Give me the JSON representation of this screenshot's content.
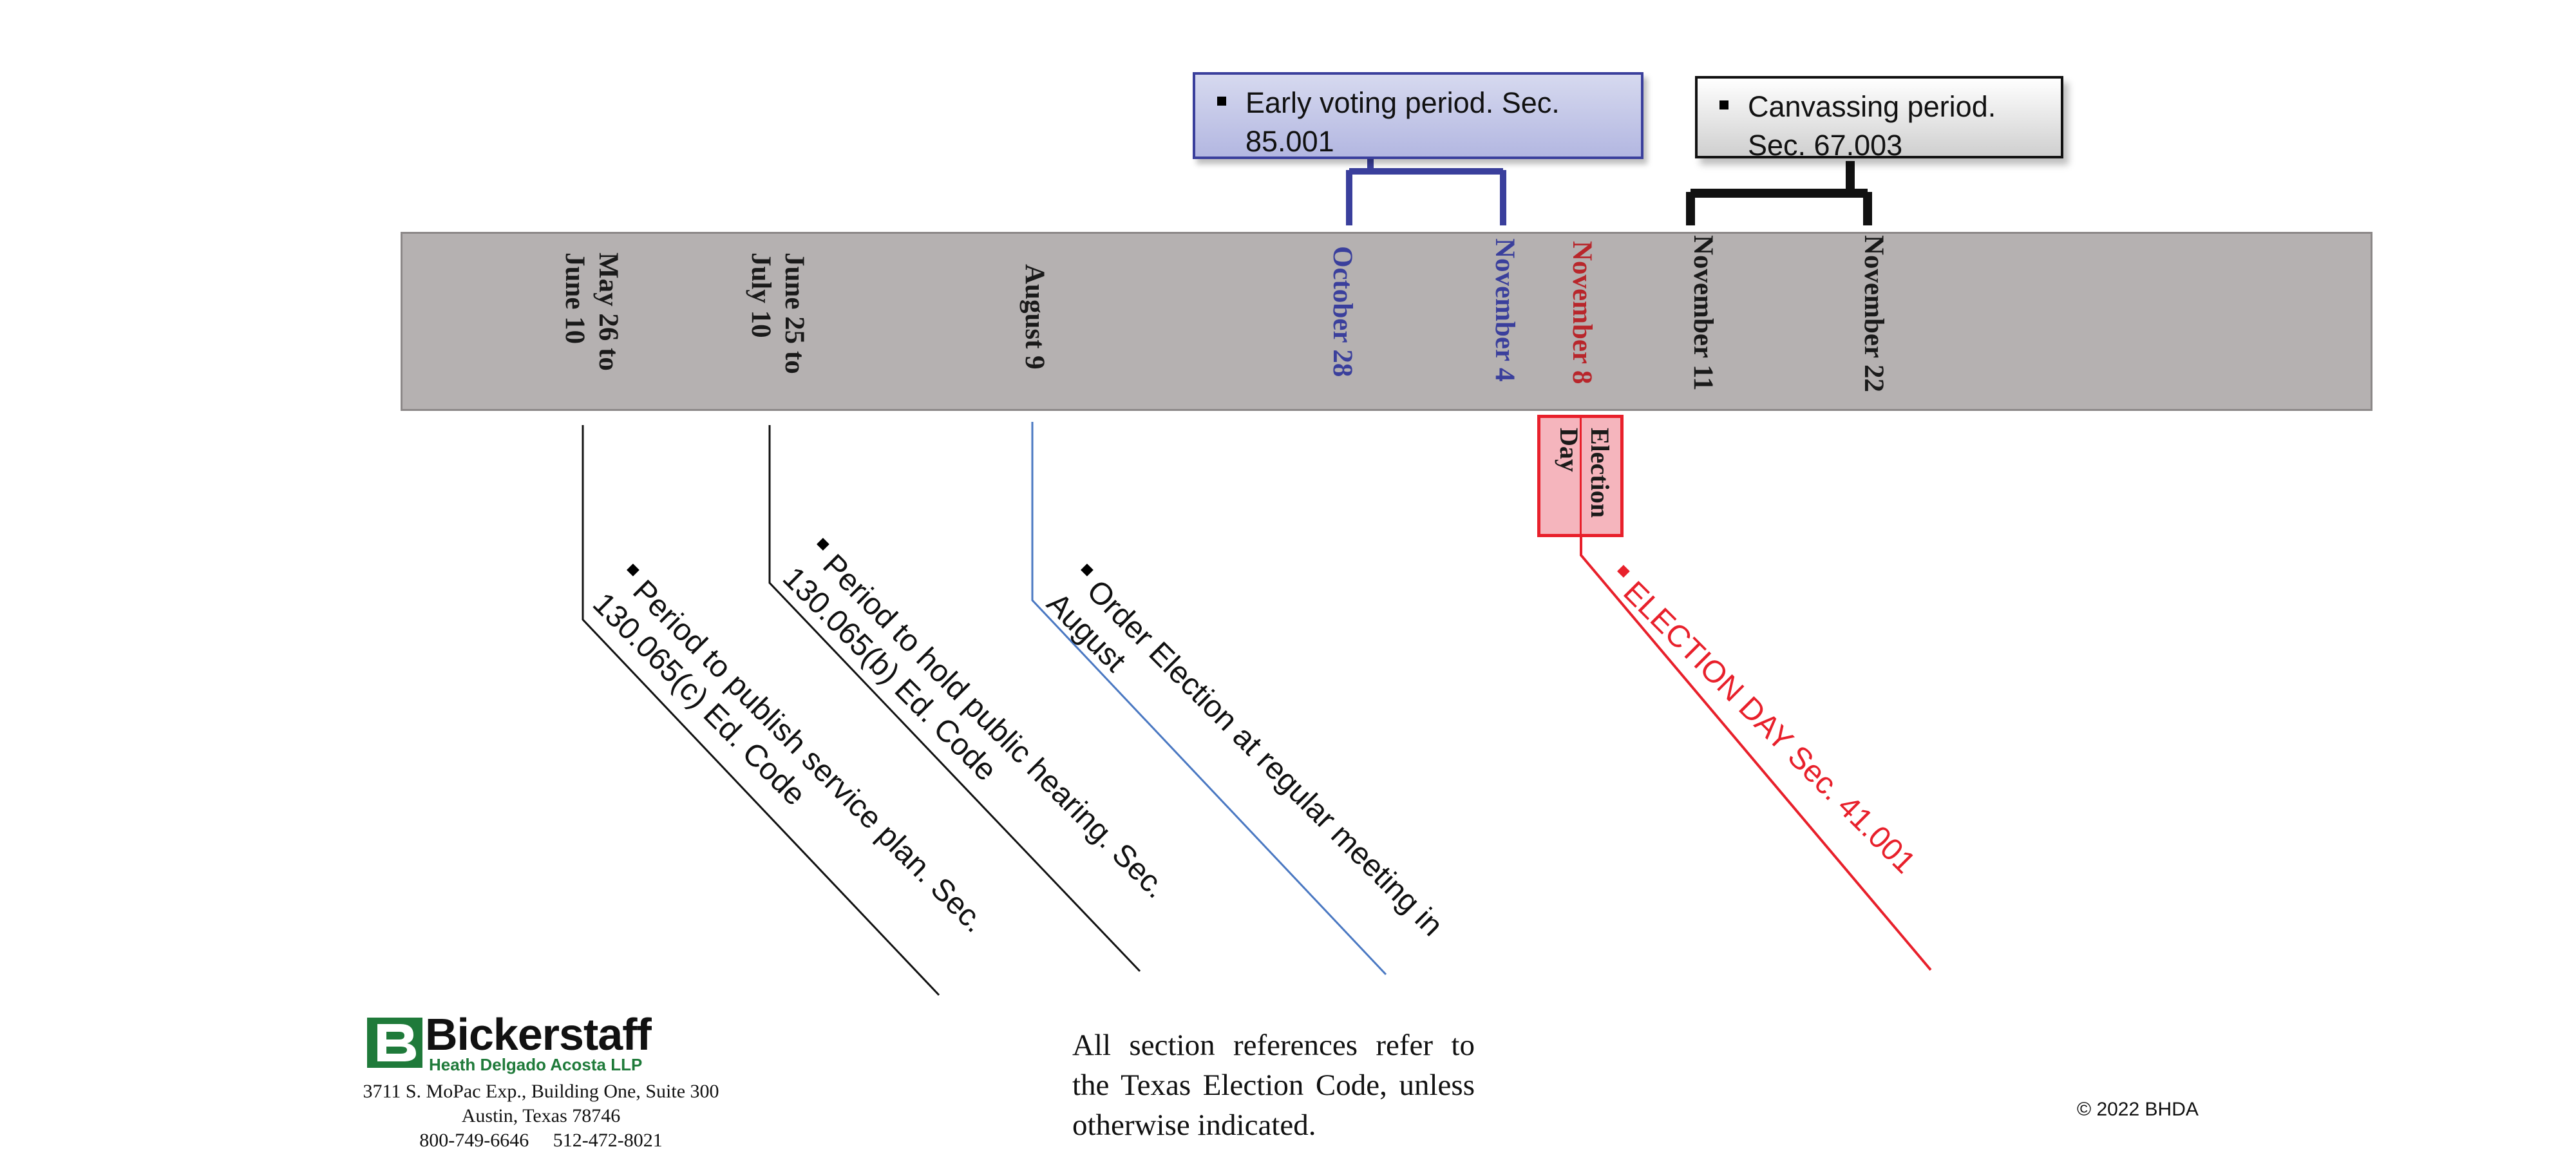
{
  "timeline": {
    "dates": [
      {
        "id": "may26",
        "line1": "May 26 to",
        "line2": "June 10",
        "color": "#1a1a1a"
      },
      {
        "id": "jun25",
        "line1": "June 25 to",
        "line2": "July 10",
        "color": "#1a1a1a"
      },
      {
        "id": "aug9",
        "line1": "August 9",
        "line2": "",
        "color": "#1a1a1a"
      },
      {
        "id": "oct28",
        "line1": "October 28",
        "line2": "",
        "color": "#3a3f9c"
      },
      {
        "id": "nov4",
        "line1": "November 4",
        "line2": "",
        "color": "#3a3f9c"
      },
      {
        "id": "nov8",
        "line1": "November 8",
        "line2": "",
        "color": "#b8262b"
      },
      {
        "id": "nov11",
        "line1": "November 11",
        "line2": "",
        "color": "#1a1a1a"
      },
      {
        "id": "nov22",
        "line1": "November 22",
        "line2": "",
        "color": "#1a1a1a"
      }
    ]
  },
  "callouts": {
    "early_voting": "Early voting period. Sec. 85.001",
    "canvassing": "Canvassing period. Sec. 67.003"
  },
  "election_day_box": {
    "line1": "Election",
    "line2": "Day"
  },
  "events": [
    {
      "id": "service-plan",
      "text": "Period to publish service plan. Sec.\n130.065(c) Ed. Code",
      "color": "#111111"
    },
    {
      "id": "public-hearing",
      "text": "Period to hold public hearing. Sec.\n130.065(b) Ed. Code",
      "color": "#111111"
    },
    {
      "id": "order-election",
      "text": "Order Election at regular meeting in\nAugust",
      "color": "#111111"
    },
    {
      "id": "election-day",
      "text": "ELECTION DAY Sec. 41.001",
      "color": "#e8202b"
    }
  ],
  "colors": {
    "band": "#b5b1b1",
    "early_voting": "#3a3f9c",
    "election_day": "#e8202b",
    "canvass": "#111111",
    "order_line": "#4a78c2",
    "logo_green": "#1f7a3a"
  },
  "footnote": "All section references refer to the Texas Election Code, unless otherwise indicated.",
  "copyright": "© 2022 BHDA",
  "firm": {
    "name": "Bickerstaff",
    "subtitle": "Heath Delgado Acosta LLP",
    "address1": "3711 S. MoPac Exp., Building One, Suite 300",
    "address2": "Austin, Texas 78746",
    "phones": "800-749-6646     512-472-8021"
  }
}
